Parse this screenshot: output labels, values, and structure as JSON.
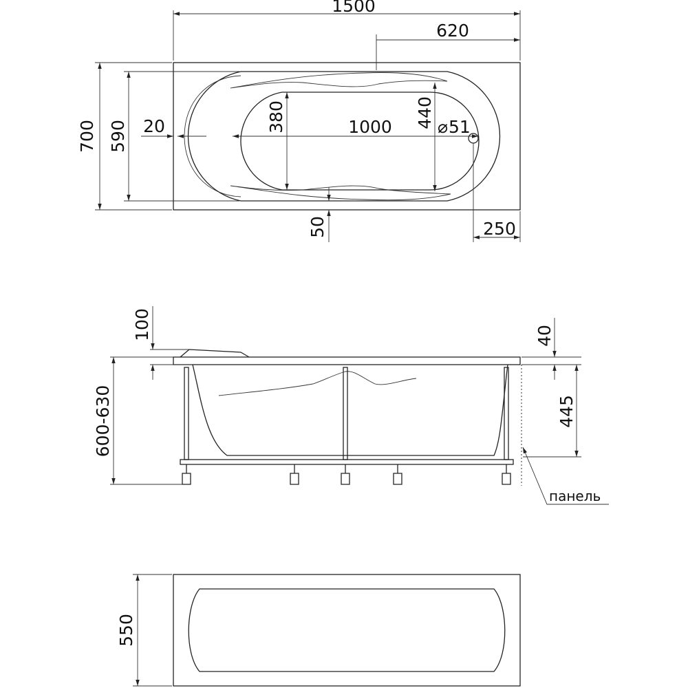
{
  "top_view": {
    "overall_length": "1500",
    "drain_offset": "620",
    "overall_width": "700",
    "inner_width": "590",
    "rim_gap": "20",
    "bottom_width": "380",
    "bottom_length": "1000",
    "basin_width": "440",
    "drain_diameter": "51",
    "diameter_symbol": "⌀",
    "side_rim": "50",
    "end_offset": "250"
  },
  "side_view": {
    "headrest_height": "100",
    "rim_thickness": "40",
    "total_height": "600-630",
    "frame_height": "445",
    "panel_label": "панель"
  },
  "panel_view": {
    "panel_height": "550"
  }
}
